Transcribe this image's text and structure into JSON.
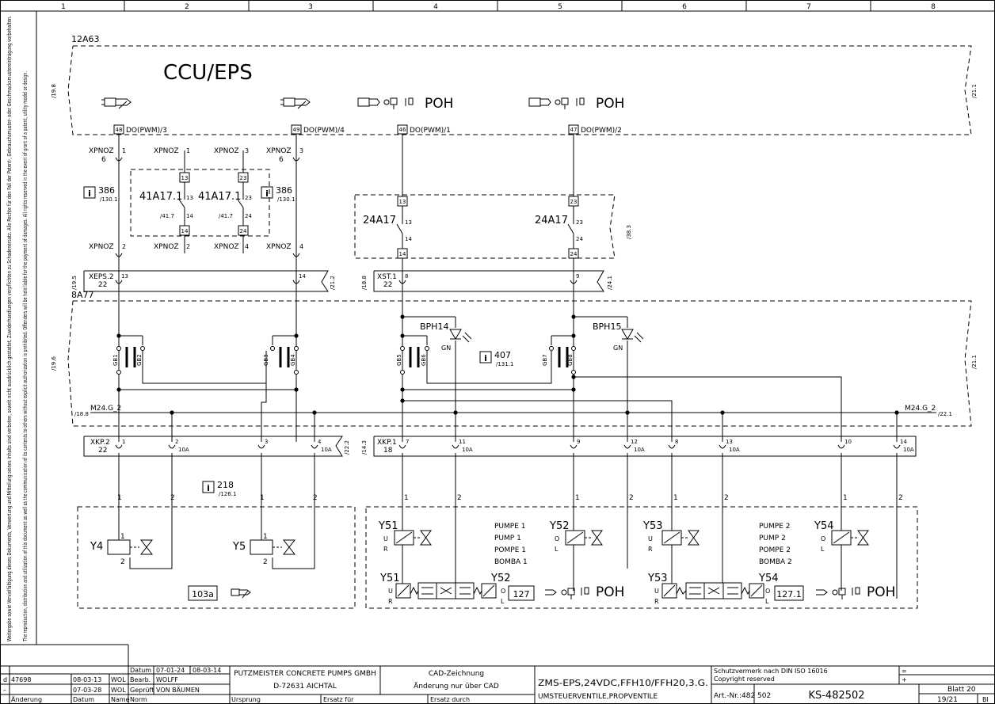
{
  "frame": {
    "columns": [
      "1",
      "2",
      "3",
      "4",
      "5",
      "6",
      "7",
      "8"
    ],
    "side_note_de": "Weitergabe sowie Vervielfältigung dieses Dokuments, Verwertung und Mitteilung seines Inhalts sind verboten, soweit nicht ausdrücklich gestattet. Zuwiderhandlungen verpflichten zu Schadenersatz. Alle Rechte für den Fall der Patent-, Gebrauchsmuster- oder Geschmacksmustereintragung vorbehalten.",
    "side_note_en": "The reproduction, distribution and utilization of this document as well as the communication of its contents to others without explicit authorization is prohibited. Offenders will be held liable for the payment of damages. All rights reserved in the event of grant of a patent, utility model or design."
  },
  "upper_box": {
    "tag": "12A63",
    "title": "CCU/EPS",
    "ref_left": "/19.8",
    "ref_right": "/21.1",
    "poh_label": "POH",
    "outputs": [
      {
        "pin": "48",
        "label": "DO(PWM)/3"
      },
      {
        "pin": "49",
        "label": "DO(PWM)/4"
      },
      {
        "pin": "46",
        "label": "DO(PWM)/1"
      },
      {
        "pin": "47",
        "label": "DO(PWM)/2"
      }
    ]
  },
  "xpnoz": {
    "name": "XPNOZ",
    "top": [
      {
        "pin": "1",
        "num": "6"
      },
      {
        "pin": "1"
      },
      {
        "pin": "3"
      },
      {
        "pin": "3",
        "num": "6"
      }
    ],
    "bottom": [
      {
        "pin": "2"
      },
      {
        "pin": "2"
      },
      {
        "pin": "4"
      },
      {
        "pin": "4"
      }
    ]
  },
  "relay_41A17": {
    "name": "41A17.1",
    "contacts": [
      {
        "t1": "13",
        "t2": "14",
        "ref": "/41.7"
      },
      {
        "t1": "23",
        "t2": "24",
        "ref": "/41.7"
      }
    ],
    "info_left": {
      "num": "386",
      "ref": "/130.1"
    },
    "info_right": {
      "num": "386",
      "ref": "/130.1"
    }
  },
  "relay_24A17": {
    "name": "24A17",
    "ref": "/38.3",
    "contacts": [
      {
        "t1": "13",
        "t2": "14"
      },
      {
        "t1": "23",
        "t2": "24"
      }
    ]
  },
  "connectors": {
    "xeps": {
      "name": "XEPS.2",
      "num": "22",
      "pins": [
        "13",
        "14"
      ],
      "ref_left": "/19.5",
      "ref_right": "/21.2"
    },
    "xst": {
      "name": "XST.1",
      "num": "22",
      "pins": [
        "8",
        "9"
      ],
      "ref_left": "/18.8",
      "ref_right": "/24.1"
    }
  },
  "lower_box": {
    "tag": "8A77",
    "ref_left": "/19.6",
    "ref_right": "/21.1",
    "bph14": {
      "name": "BPH14",
      "color": "GN"
    },
    "bph15": {
      "name": "BPH15",
      "color": "GN"
    },
    "info": {
      "num": "407",
      "ref": "/131.1"
    },
    "switches": [
      "GB1",
      "GB2",
      "GB3",
      "GB4",
      "GB5",
      "GB6",
      "GB7",
      "GB8"
    ],
    "ground_left": "M24.G_2",
    "ground_right": "M24.G_2",
    "ground_ref_left": "/18.8",
    "ground_ref_right": "/22.1"
  },
  "xkp": {
    "left": {
      "name": "XKP.2",
      "num": "22",
      "ref_right": "/22.2",
      "pins": [
        "1",
        "2",
        "3",
        "4"
      ],
      "fuse": "10A"
    },
    "right": {
      "name": "XKP.1",
      "num": "18",
      "ref_left": "/14.3",
      "pins": [
        "7",
        "11",
        "9",
        "12",
        "8",
        "13",
        "10",
        "14"
      ],
      "fuse": "10A"
    }
  },
  "valves": {
    "info": {
      "num": "218",
      "ref": "/126.1"
    },
    "y4": "Y4",
    "y5": "Y5",
    "ref_103a": "103a",
    "y51": "Y51",
    "y52": "Y52",
    "y53": "Y53",
    "y54": "Y54",
    "pump1": [
      "PUMPE 1",
      "PUMP 1",
      "POMPE 1",
      "BOMBA 1"
    ],
    "pump2": [
      "PUMPE 2",
      "PUMP 2",
      "POMPE 2",
      "BOMBA 2"
    ],
    "ref_127": "127",
    "ref_1271": "127.1",
    "letters": {
      "u": "U",
      "r": "R",
      "o": "O",
      "l": "L"
    },
    "pins": {
      "one": "1",
      "two": "2"
    }
  },
  "title_block": {
    "rev_d_index": "d",
    "rev_d_no": "47698",
    "rev_d_date": "08-03-13",
    "rev_d_name": "WOL",
    "rev_dash_index": "–",
    "rev_dash_date": "07-03-28",
    "rev_dash_name": "WOL",
    "hdr_change": "Änderung",
    "hdr_date": "Datum",
    "hdr_name": "Name",
    "hdr_norm": "Norm",
    "lbl_datum": "Datum",
    "datum_1": "07-01-24",
    "datum_2": "08-03-14",
    "lbl_bearb": "Bearb.",
    "bearb": "WOLFF",
    "lbl_gepr": "Geprüft",
    "gepr": "VON BÄUMEN",
    "company": "PUTZMEISTER CONCRETE PUMPS GMBH",
    "company_addr": "D-72631 AICHTAL",
    "cad_1": "CAD-Zeichnung",
    "cad_2": "Änderung nur über CAD",
    "lbl_ursprung": "Ursprung",
    "lbl_ersatz_fuer": "Ersatz für",
    "lbl_ersatz_durch": "Ersatz durch",
    "doc_title": "ZMS-EPS,24VDC,FFH10/FFH20,3.G.",
    "doc_subtitle": "UMSTEUERVENTILE,PROPVENTILE",
    "protect_1": "Schutzvermerk nach DIN ISO 16016",
    "protect_2": "Copyright reserved",
    "art_no": "Art.-Nr.:482 502",
    "ks": "KS-482502",
    "sheet_label": "Blatt 20",
    "sheet_count": "19/21",
    "bl": "Bl",
    "eq": "=",
    "plus": "+"
  }
}
